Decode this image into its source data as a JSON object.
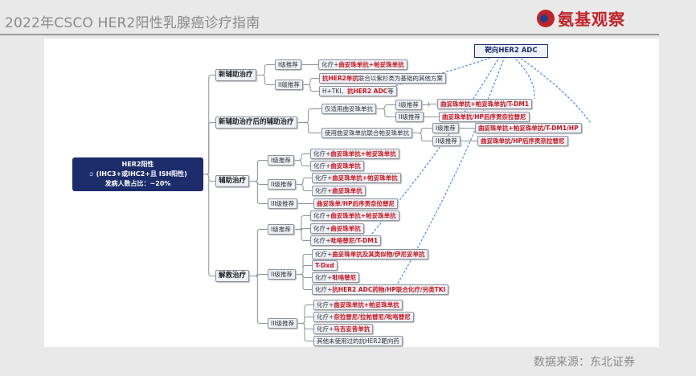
{
  "header": {
    "title": "2022年CSCO  HER2阳性乳腺癌诊疗指南",
    "logo_text": "氨基观察"
  },
  "footer": {
    "source": "数据来源：东北证券"
  },
  "diagram": {
    "root": {
      "line1": "HER2阳性",
      "line2": "(IHC3+或IHC2+且 ISH阳性)",
      "line3": "发病人数占比：~20%"
    },
    "target": "靶向HER2 ADC",
    "neoadjuvant": {
      "label": "新辅助治疗",
      "tier1": "I级推荐",
      "tier2": "II级推荐",
      "t1_leaf": {
        "a": "化疗+",
        "b": "曲妥珠单抗+帕妥珠单抗"
      },
      "t2_leaf1": {
        "a": "",
        "b": "抗HER2单抗",
        "c": "联合以紫杉类为基础的其他方案"
      },
      "t2_leaf2": {
        "a": "H+TKI、",
        "b": "抗HER2 ADC",
        "c": "等"
      }
    },
    "post_neoadjuvant": {
      "label": "新辅助治疗后的辅助治疗",
      "branch1": {
        "label": "仅适用曲妥珠单抗",
        "tier1": "I级推荐",
        "tier1_leaf": "曲妥珠单抗+帕妥珠单抗/T-DM1",
        "tier2": "II级推荐",
        "tier2_leaf": "曲妥珠单抗/HP后序贯奈拉替尼"
      },
      "branch2": {
        "label": "使用曲妥珠单抗联合帕妥珠单抗",
        "tier1": "I级推荐",
        "tier1_leaf": "曲妥珠单抗+帕妥珠单抗/T-DM1/HP",
        "tier2": "II级推荐",
        "tier2_leaf": "曲妥珠单抗/HP后序贯奈拉替尼"
      }
    },
    "adjuvant": {
      "label": "辅助治疗",
      "tier1": "I级推荐",
      "tier2": "II级推荐",
      "tier3": "III级推荐",
      "t1_leaves": [
        {
          "a": "化疗+",
          "b": "曲妥珠单抗+帕妥珠单抗"
        },
        {
          "a": "化疗+",
          "b": "曲妥珠单抗"
        }
      ],
      "t2_leaves": [
        {
          "a": "化疗+",
          "b": "曲妥珠单抗+帕妥珠单抗"
        },
        {
          "a": "化疗+",
          "b": "曲妥珠单抗"
        }
      ],
      "t3_leaves": [
        {
          "a": "",
          "b": "曲妥珠单/HP后序贯奈拉替尼"
        }
      ]
    },
    "salvage": {
      "label": "解救治疗",
      "tier1": "I级推荐",
      "tier2": "II级推荐",
      "tier3": "III级推荐",
      "t1_leaves": [
        {
          "a": "化疗+",
          "b": "曲妥珠单抗+帕妥珠单抗"
        },
        {
          "a": "化疗+",
          "b": "曲妥珠单抗"
        },
        {
          "a": "化疗+",
          "b": "吡咯替尼/T-DM1"
        }
      ],
      "t2_leaves": [
        {
          "a": "化疗+",
          "b": "曲妥珠单抗及其类似物/伊尼妥单抗"
        },
        {
          "a": "",
          "b": "T-Dxd"
        },
        {
          "a": "化疗+",
          "b": "吡咯替尼"
        },
        {
          "a": "化疗+",
          "b": "抗HER2 ADC药物/HP联合化疗/另类TKI"
        }
      ],
      "t3_leaves": [
        {
          "a": "化疗+",
          "b": "曲妥珠单抗+帕妥珠单抗"
        },
        {
          "a": "化疗+",
          "b": "奈拉替尼/拉帕替尼/吡咯替尼"
        },
        {
          "a": "化疗+",
          "b": "马吉妥昔单抗"
        },
        {
          "a": "其他未使用过的抗HER2靶向药",
          "b": ""
        }
      ]
    }
  },
  "colors": {
    "root_bg": "#1d2d6b",
    "highlight": "#c8161d",
    "node_bg": "#eef1f8",
    "link_dashed": "#4a90e2",
    "brand": "#c0222a"
  }
}
